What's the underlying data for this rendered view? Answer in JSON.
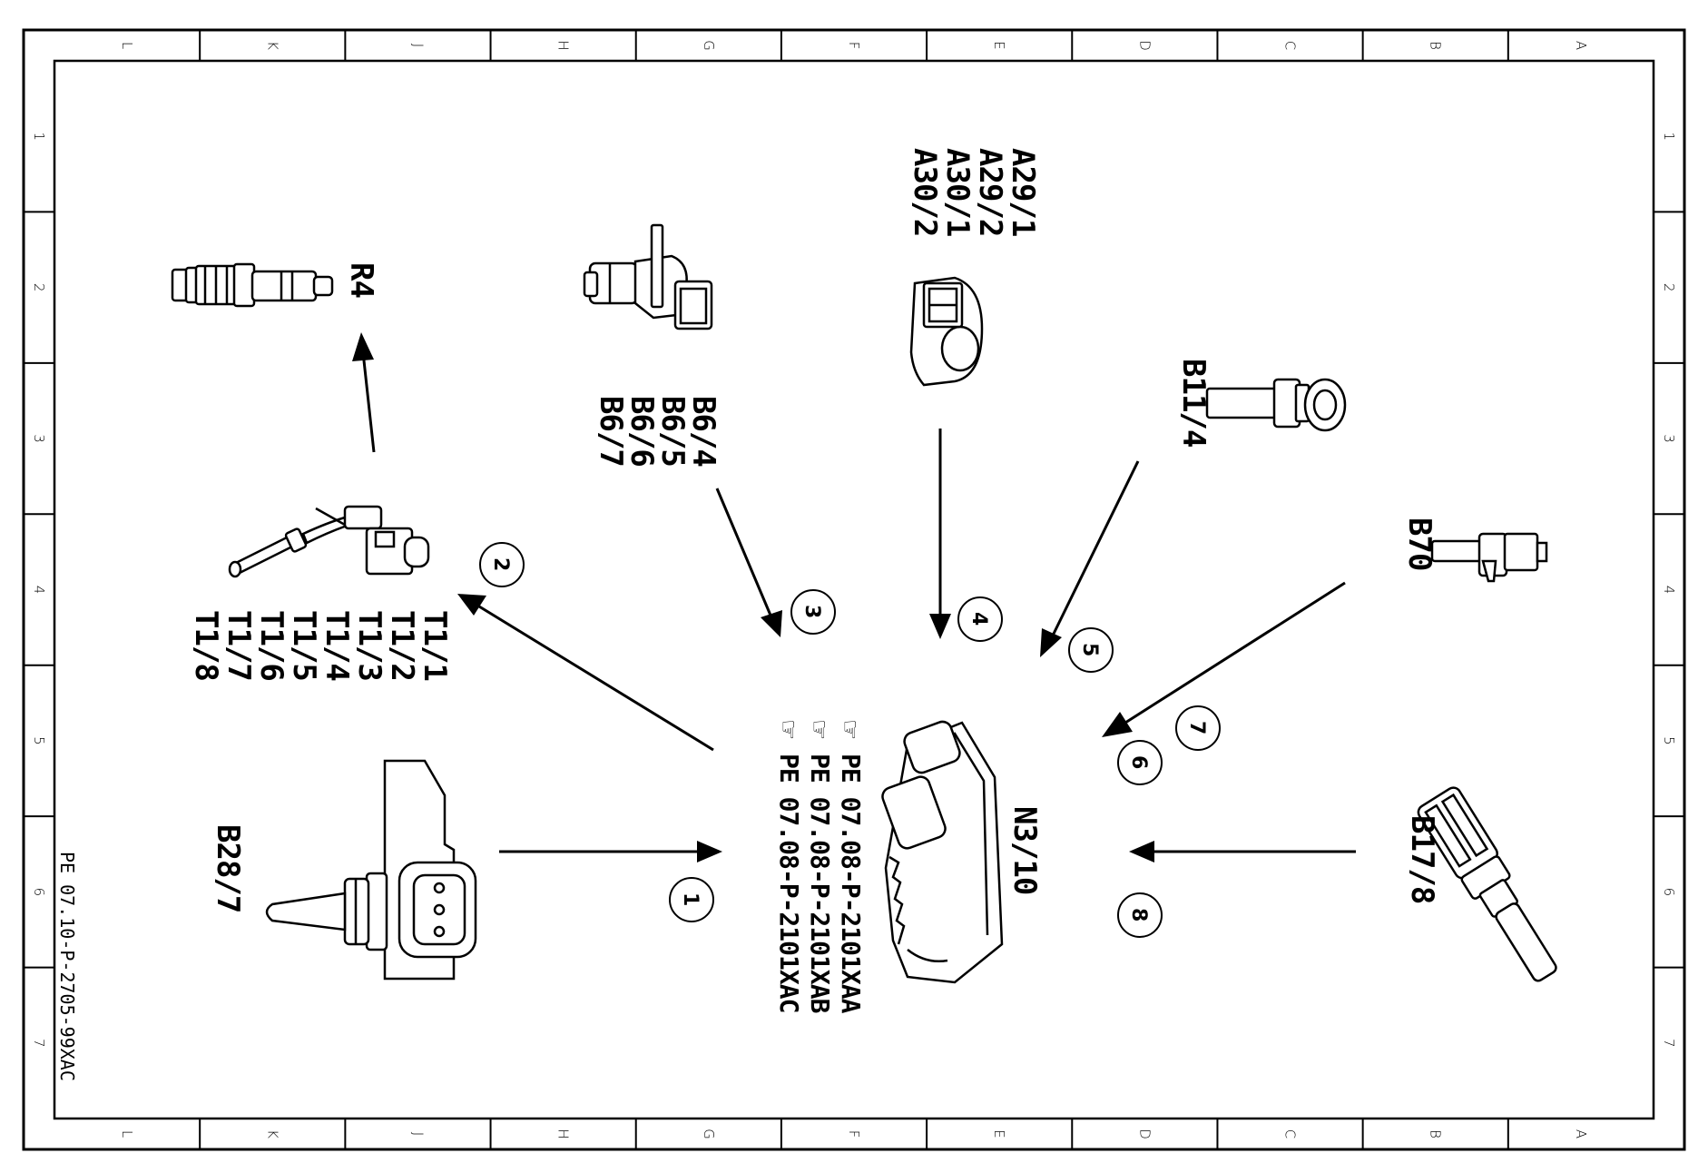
{
  "grid": {
    "columns": [
      "L",
      "K",
      "J",
      "H",
      "G",
      "F",
      "E",
      "D",
      "C",
      "B",
      "A"
    ],
    "rows": [
      "1",
      "2",
      "3",
      "4",
      "5",
      "6",
      "7"
    ]
  },
  "doc_number": "PE 07.10-P-2705-99XAC",
  "components": {
    "r4": "R4",
    "t1": [
      "T1/1",
      "T1/2",
      "T1/3",
      "T1/4",
      "T1/5",
      "T1/6",
      "T1/7",
      "T1/8"
    ],
    "b6": [
      "B6/4",
      "B6/5",
      "B6/6",
      "B6/7"
    ],
    "a29": [
      "A29/1",
      "A29/2",
      "A30/1",
      "A30/2"
    ],
    "b11": "B11/4",
    "b70": "B70",
    "b28": "B28/7",
    "n3": "N3/10",
    "b17": "B17/8"
  },
  "references": [
    "PE 07.08-P-2101XAA",
    "PE 07.08-P-2101XAB",
    "PE 07.08-P-2101XAC"
  ],
  "callouts": [
    "1",
    "2",
    "3",
    "4",
    "5",
    "6",
    "7",
    "8"
  ]
}
